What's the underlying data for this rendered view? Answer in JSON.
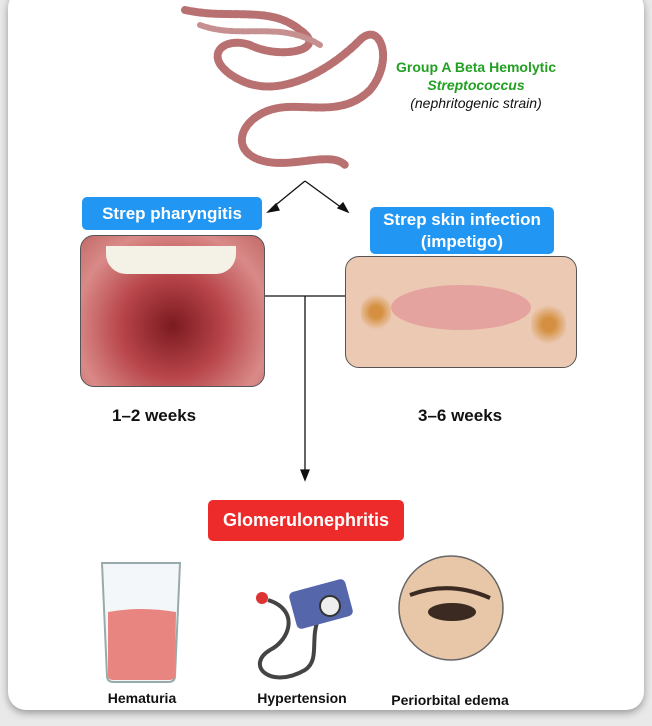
{
  "organism": {
    "line1": "Group A Beta Hemolytic",
    "line2": "Streptococcus",
    "line3": "(nephritogenic strain)"
  },
  "infections": [
    {
      "label": "Strep pharyngitis",
      "latency": "1–2 weeks"
    },
    {
      "label_line1": "Strep skin infection",
      "label_line2": "(impetigo)",
      "latency": "3–6 weeks"
    }
  ],
  "outcome": {
    "label": "Glomerulonephritis"
  },
  "symptoms": [
    {
      "label": "Hematuria"
    },
    {
      "label": "Hypertension"
    },
    {
      "label": "Periorbital edema"
    }
  ],
  "colors": {
    "blue": "#2196f3",
    "red": "#ee2b2b",
    "green": "#22a022"
  }
}
